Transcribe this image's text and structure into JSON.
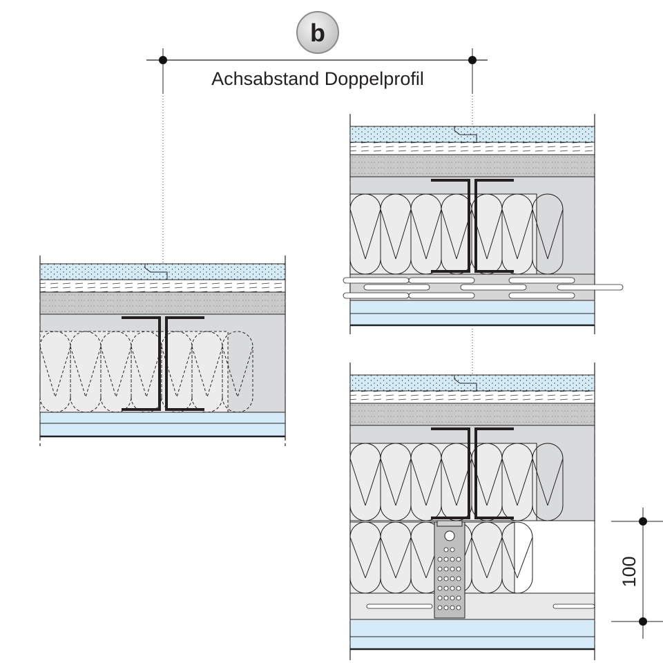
{
  "marker": {
    "letter": "b"
  },
  "dimension_top": {
    "label": "Achsabstand Doppelprofil"
  },
  "dimension_right": {
    "label": "100"
  },
  "colors": {
    "board_blue": "#d5ecf8",
    "cavity_gray": "#d9dadb",
    "wood_gray": "#c8c8c8",
    "insulation": "#ececec",
    "steel": "#231f20",
    "marker_fill": "#d0d0d0"
  }
}
